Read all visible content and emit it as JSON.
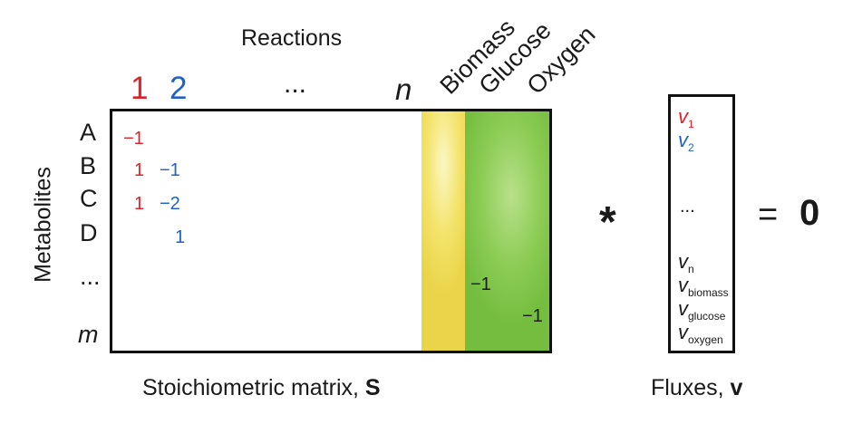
{
  "header": {
    "reactions_label": "Reactions"
  },
  "side": {
    "metabolites_label": "Metabolites"
  },
  "columns": {
    "col1": "1",
    "col2": "2",
    "ellipsis": "...",
    "coln": "n",
    "biomass": "Biomass",
    "glucose": "Glucose",
    "oxygen": "Oxygen"
  },
  "rows": {
    "a": "A",
    "b": "B",
    "c": "C",
    "d": "D",
    "ellipsis": "...",
    "m": "m"
  },
  "entries": {
    "a1": "−1",
    "b1": "1",
    "b2": "−1",
    "c1": "1",
    "c2": "−2",
    "d2": "1",
    "glucose_row": "−1",
    "oxygen_row": "−1"
  },
  "fluxes": {
    "v1": {
      "sym": "v",
      "sub": "1"
    },
    "v2": {
      "sym": "v",
      "sub": "2"
    },
    "ellipsis": "...",
    "vn": {
      "sym": "v",
      "sub": "n"
    },
    "vbiomass": {
      "sym": "v",
      "sub": "biomass"
    },
    "vglucose": {
      "sym": "v",
      "sub": "glucose"
    },
    "voxygen": {
      "sym": "v",
      "sub": "oxygen"
    }
  },
  "operators": {
    "multiply": "*",
    "equals": "=",
    "zero": "0"
  },
  "captions": {
    "matrix_text": "Stoichiometric matrix, ",
    "matrix_symbol": "S",
    "vector_text": "Fluxes, ",
    "vector_symbol": "v"
  },
  "colors": {
    "reaction1": "#e0202a",
    "reaction2": "#1f62c4",
    "biomass_column": "#f3e36a",
    "exchange_columns": "#8ccc55"
  }
}
